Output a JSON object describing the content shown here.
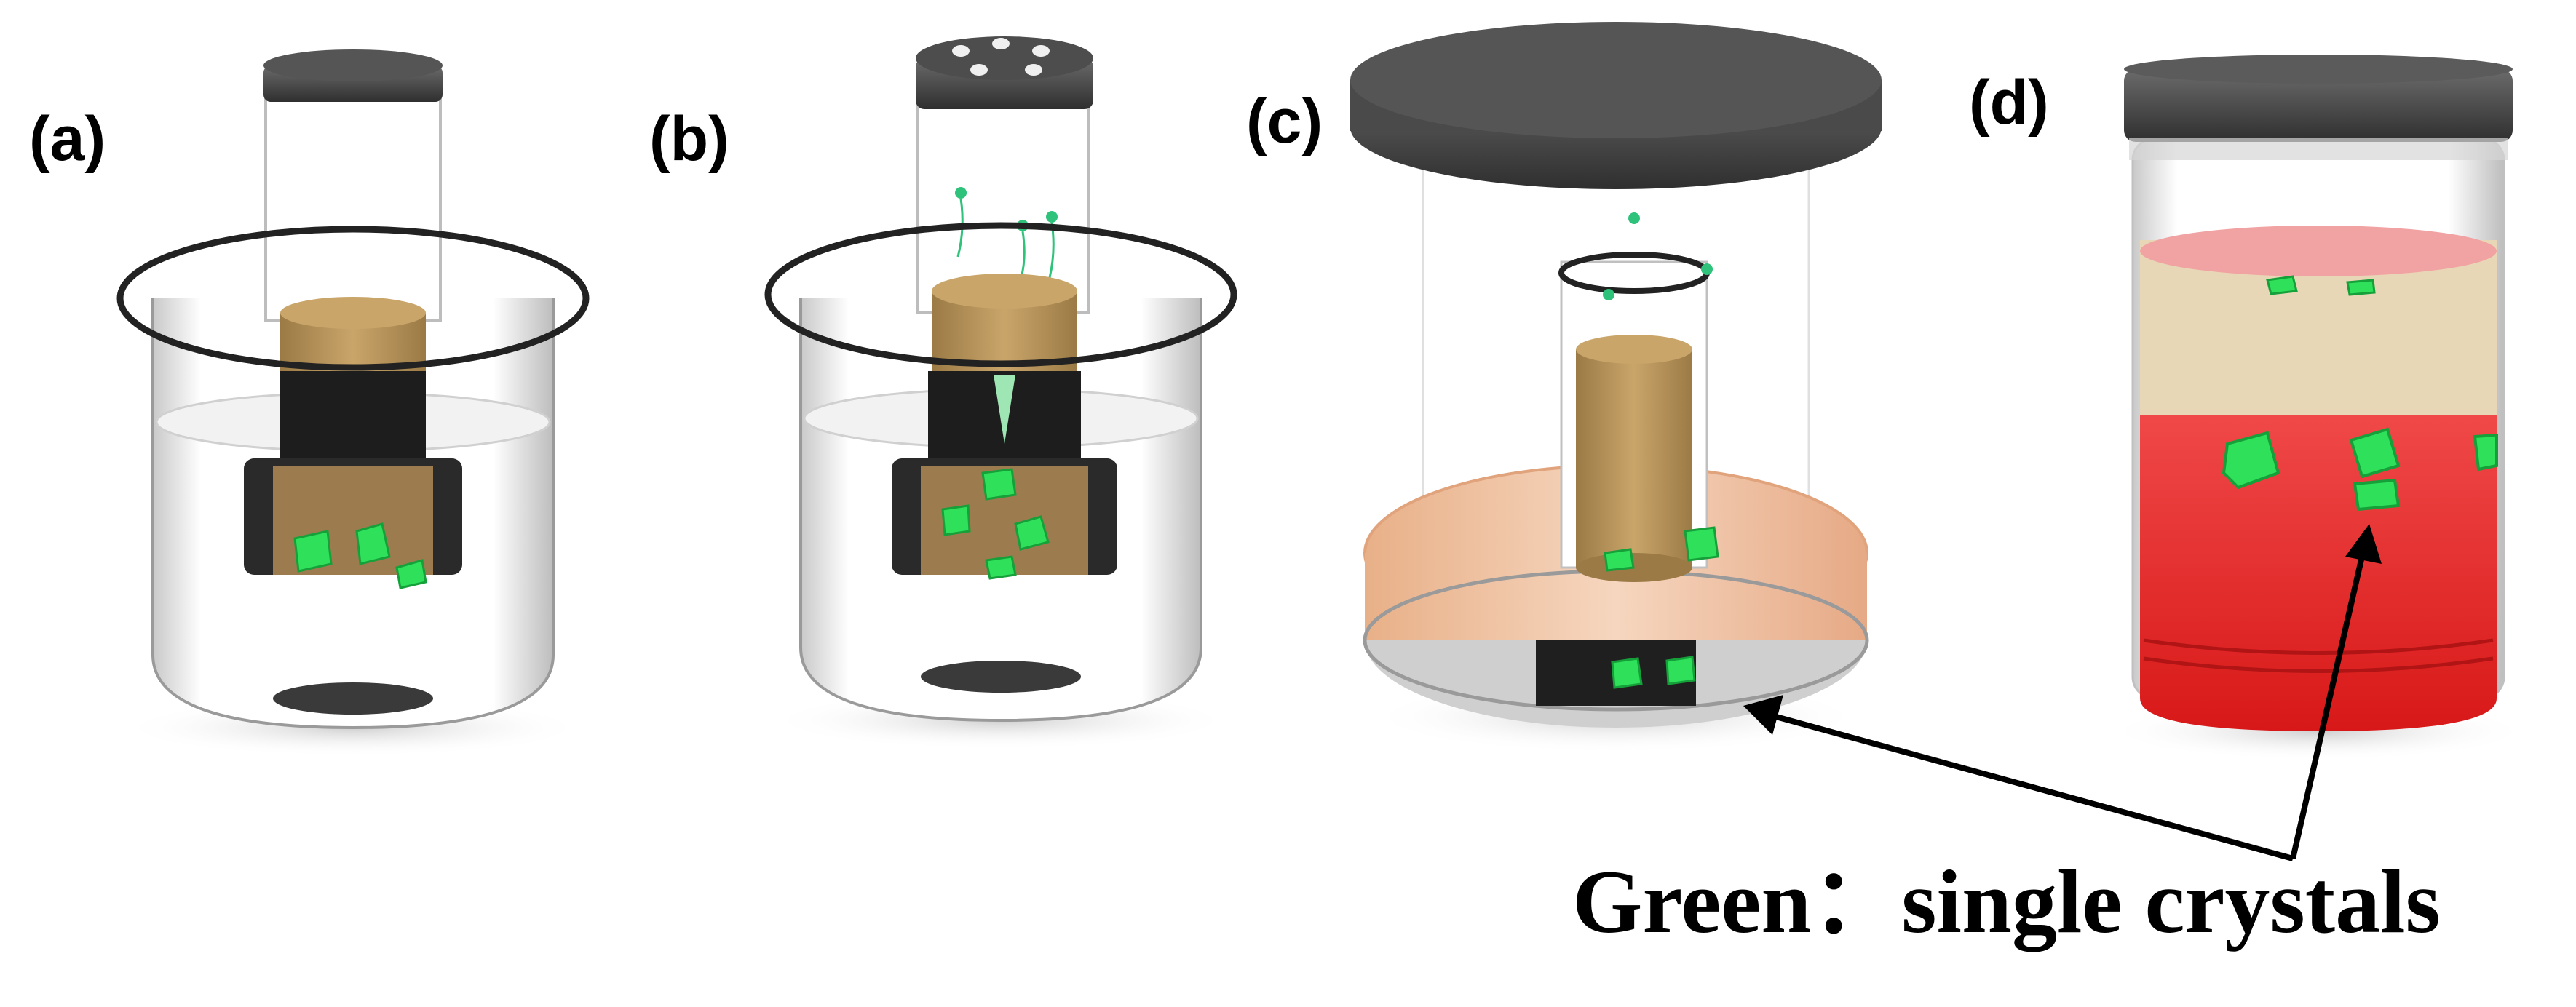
{
  "panels": [
    {
      "label": "(a)"
    },
    {
      "label": "(b)"
    },
    {
      "label": "(c)"
    },
    {
      "label": "(d)"
    }
  ],
  "caption": "Green：single crystals",
  "colors": {
    "crystal": "#2ee05a",
    "solution_amber": "#b8955a",
    "lid": "#4a4a4a",
    "red_solution": "#ee2a2a",
    "beige_layer": "#e8d7b6",
    "peach_dish": "#f2c6a6",
    "glass_outline": "#222222"
  },
  "icons": [
    "vial-icon",
    "jar-icon",
    "beaker-icon",
    "petri-dish-icon",
    "crystal-icon",
    "arrow-icon"
  ]
}
